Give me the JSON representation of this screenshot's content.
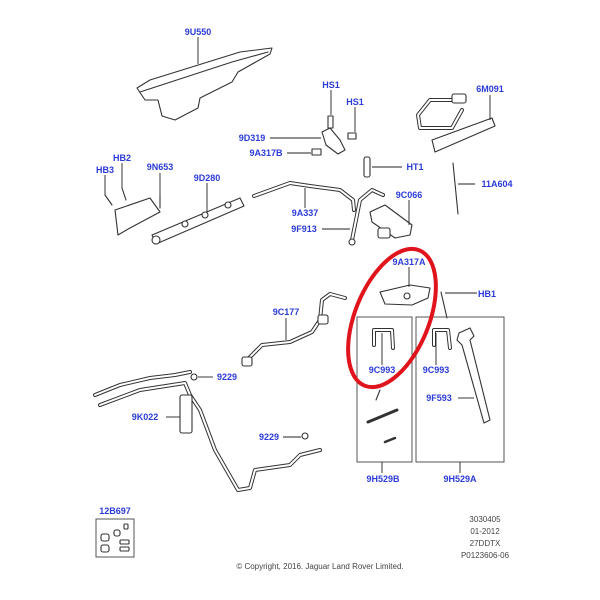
{
  "diagram": {
    "labels": {
      "l9U550": "9U550",
      "lHS1a": "HS1",
      "lHS1b": "HS1",
      "l9D319": "9D319",
      "l9A317B": "9A317B",
      "lHB3": "HB3",
      "lHB2": "HB2",
      "l9N653": "9N653",
      "l9D280": "9D280",
      "lHT1": "HT1",
      "l6M091": "6M091",
      "l11A604": "11A604",
      "l9A337": "9A337",
      "l9C066": "9C066",
      "l9F913": "9F913",
      "l9A317A": "9A317A",
      "lHB1": "HB1",
      "l9C177": "9C177",
      "l9C993a": "9C993",
      "l9C993b": "9C993",
      "l9229a": "9229",
      "l9K022": "9K022",
      "l9F593": "9F593",
      "l9229b": "9229",
      "l9H529B": "9H529B",
      "l9H529A": "9H529A",
      "l12B697": "12B697"
    },
    "reference": [
      "3030405",
      "01-2012",
      "27DDTX",
      "P0123606-06"
    ],
    "copyright": "© Copyright, 2016. Jaguar Land Rover Limited.",
    "highlight_color": "#e0141c",
    "label_color": "#2b3bd8"
  }
}
